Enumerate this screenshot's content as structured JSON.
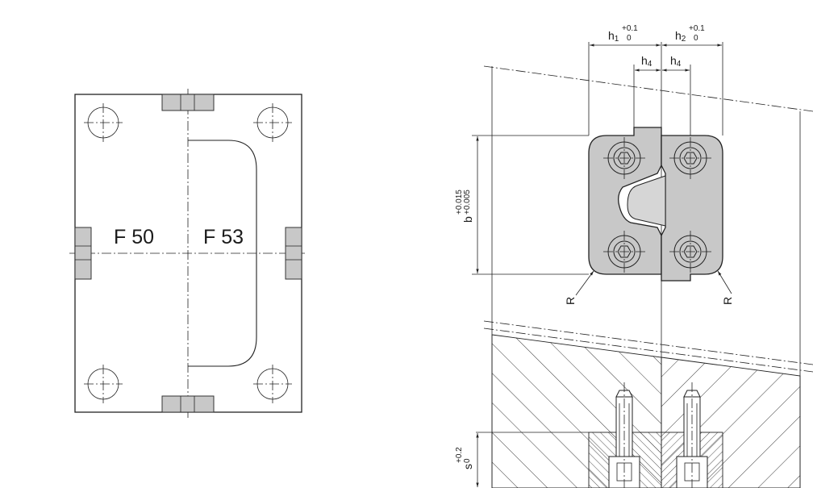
{
  "plan_view": {
    "label_left": "F 50",
    "label_right": "F 53"
  },
  "section_view": {
    "dim_h1": {
      "symbol": "h",
      "sub": "1",
      "tol_upper": "+0.1",
      "tol_lower": "0"
    },
    "dim_h2": {
      "symbol": "h",
      "sub": "2",
      "tol_upper": "+0.1",
      "tol_lower": "0"
    },
    "dim_h4_left": {
      "symbol": "h",
      "sub": "4"
    },
    "dim_h4_right": {
      "symbol": "h",
      "sub": "4"
    },
    "dim_b": {
      "symbol": "b",
      "tol_upper": "+0.015",
      "tol_lower": "+0.005"
    },
    "dim_s": {
      "symbol": "s",
      "tol_upper": "+0.2",
      "tol_lower": "0"
    },
    "radius_left": "R",
    "radius_right": "R"
  },
  "colors": {
    "part_fill": "#c8c8c8",
    "line": "#222222"
  }
}
